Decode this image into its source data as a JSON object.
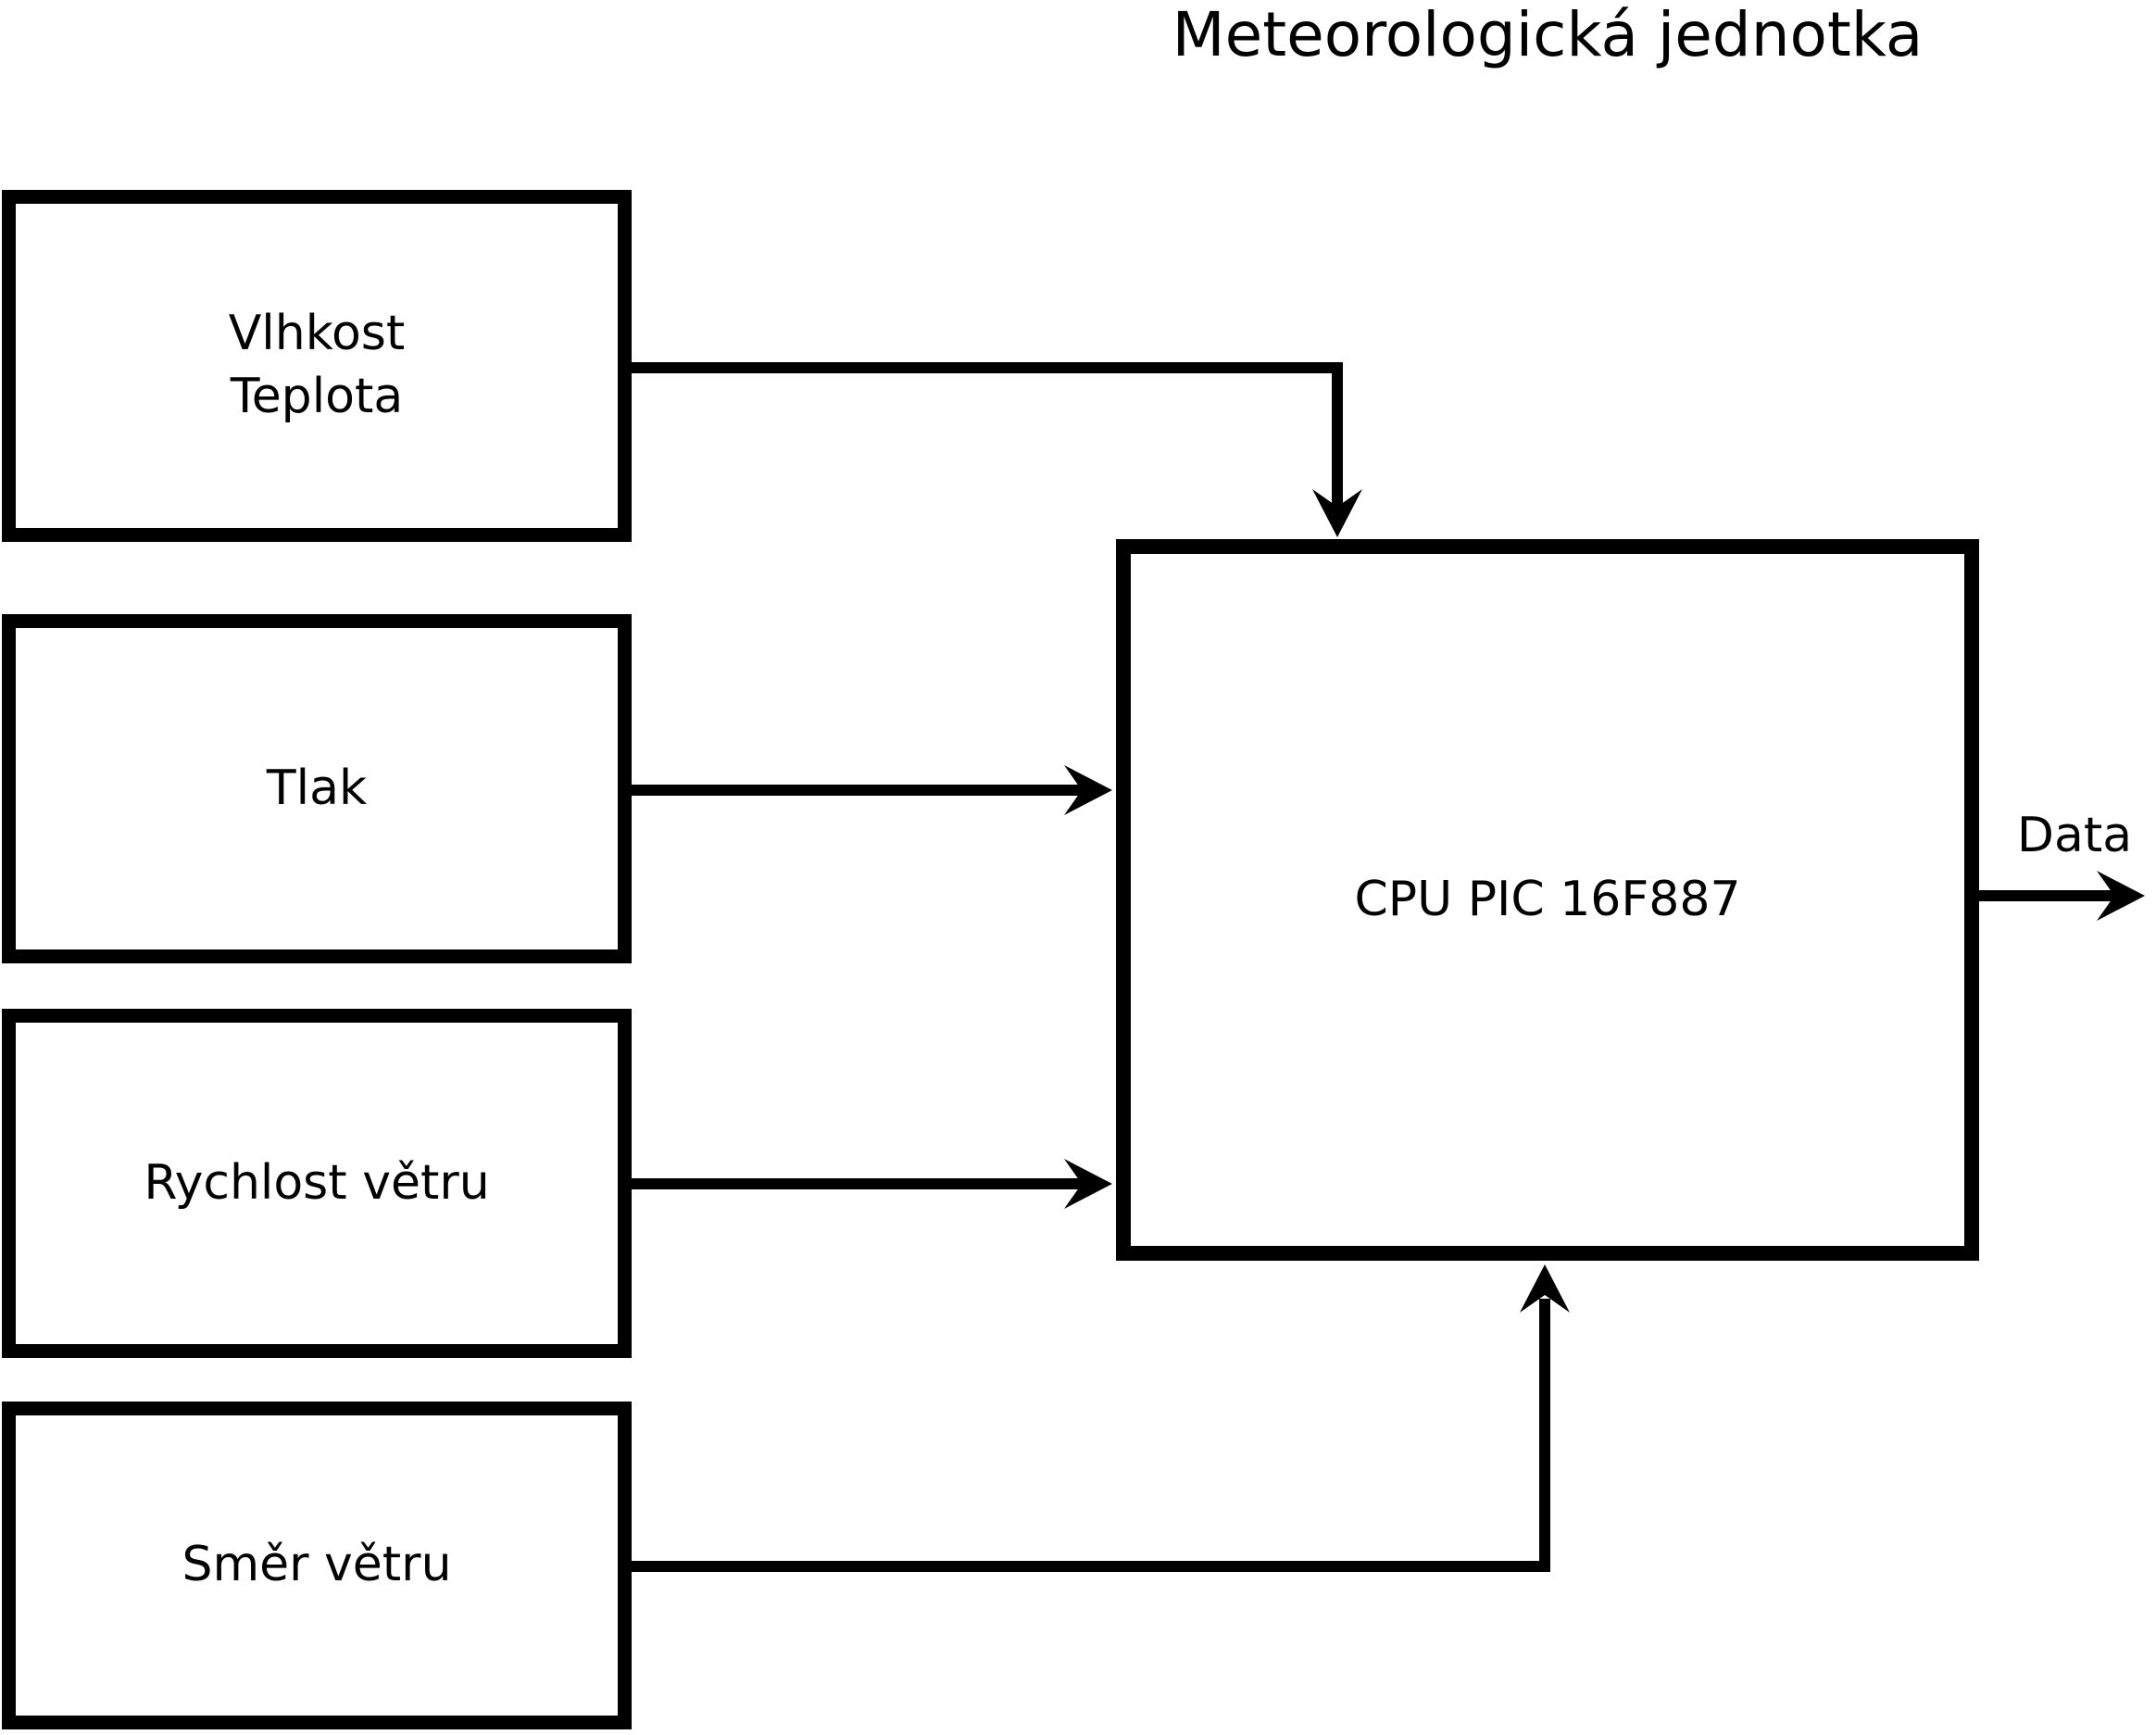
{
  "title": "Meteorologická jednotka",
  "colors": {
    "ink": "#000000",
    "background": "#ffffff"
  },
  "sensors": [
    {
      "label": "Vlhkost\nTeplota"
    },
    {
      "label": "Tlak"
    },
    {
      "label": "Rychlost větru"
    },
    {
      "label": "Směr větru"
    }
  ],
  "cpu": {
    "label": "CPU PIC 16F887"
  },
  "output": {
    "label": "Data"
  }
}
